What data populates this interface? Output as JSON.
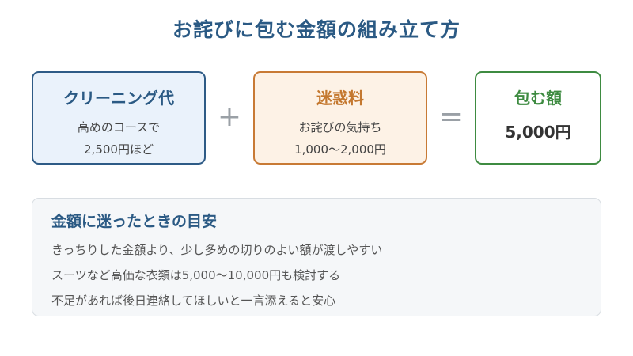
{
  "title": "お詫びに包む金額の組み立て方",
  "boxes": {
    "cleaning": {
      "title": "クリーニング代",
      "line1": "高めのコースで",
      "line2": "2,500円ほど"
    },
    "apology": {
      "title": "迷惑料",
      "line1": "お詫びの気持ち",
      "line2": "1,000〜2,000円"
    },
    "total": {
      "title": "包む額",
      "amount": "5,000円"
    }
  },
  "operators": {
    "plus": "+",
    "equals": "="
  },
  "note": {
    "title": "金額に迷ったときの目安",
    "items": [
      "きっちりした金額より、少し多めの切りのよい額が渡しやすい",
      "スーツなど高価な衣類は5,000〜10,000円も検討する",
      "不足があれば後日連絡してほしいと一言添えると安心"
    ]
  },
  "colors": {
    "title": "#2b5a84",
    "cleaning_border": "#2e5b86",
    "cleaning_bg": "#eaf2fb",
    "apology_border": "#c87a35",
    "apology_bg": "#fdf2e6",
    "total_border": "#3e8b41",
    "operator": "#9aa0a6",
    "note_bg": "#f5f7f9"
  }
}
